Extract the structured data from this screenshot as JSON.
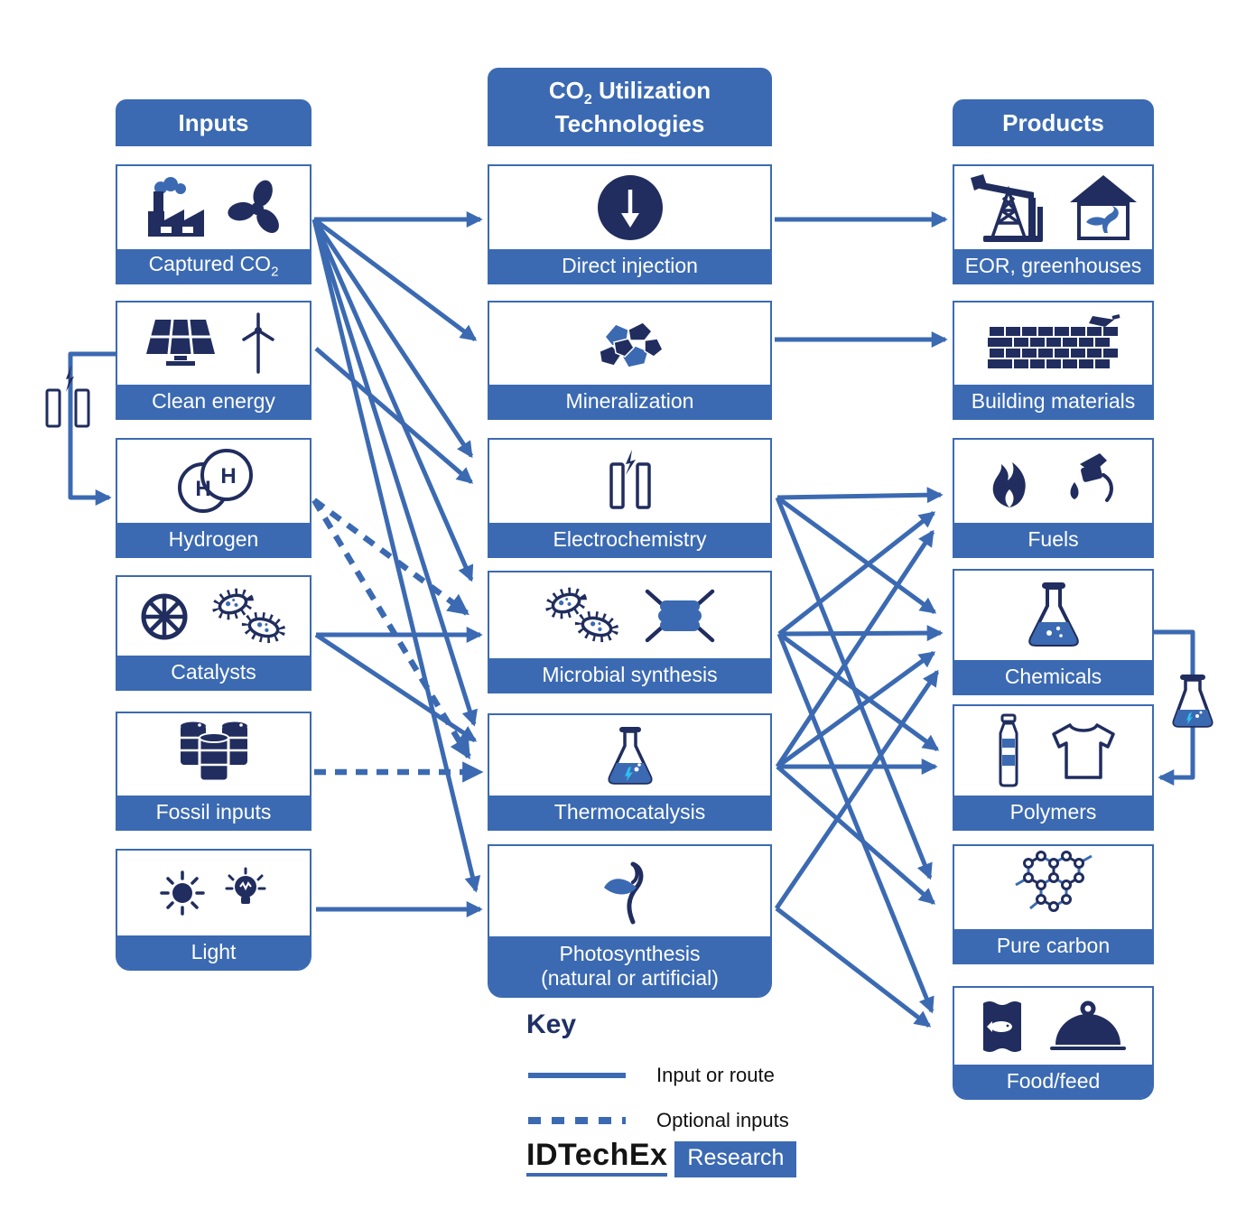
{
  "palette": {
    "blue": "#3b6ab2",
    "navy": "#202d5e",
    "cyan": "#2ec0f0",
    "white": "#ffffff"
  },
  "headers": {
    "inputs": {
      "label": "Inputs"
    },
    "technologies": {
      "pre": "CO",
      "sub": "2",
      "post": " Utilization",
      "line2": "Technologies"
    },
    "products": {
      "label": "Products"
    }
  },
  "columns": {
    "inputs": {
      "items": [
        {
          "id": "captured_co2",
          "label_pre": "Captured CO",
          "label_sub": "2",
          "icons": [
            "factory-icon",
            "co2-fan-icon"
          ]
        },
        {
          "id": "clean_energy",
          "label": "Clean energy",
          "icons": [
            "solar-panel-icon",
            "wind-turbine-icon"
          ]
        },
        {
          "id": "hydrogen",
          "label": "Hydrogen",
          "icons": [
            "hydrogen-molecule-icon"
          ]
        },
        {
          "id": "catalysts",
          "label": "Catalysts",
          "icons": [
            "catalyst-wheel-icon",
            "microbes-icon"
          ]
        },
        {
          "id": "fossil_inputs",
          "label": "Fossil inputs",
          "icons": [
            "oil-barrels-icon"
          ]
        },
        {
          "id": "light",
          "label": "Light",
          "icons": [
            "sun-icon",
            "light-bulb-icon"
          ]
        }
      ]
    },
    "technologies": {
      "items": [
        {
          "id": "direct_injection",
          "label": "Direct injection",
          "icons": [
            "injection-arrow-icon"
          ]
        },
        {
          "id": "mineralization",
          "label": "Mineralization",
          "icons": [
            "minerals-icon"
          ]
        },
        {
          "id": "electrochemistry",
          "label": "Electrochemistry",
          "icons": [
            "electrolysis-cell-icon"
          ]
        },
        {
          "id": "microbial_synthesis",
          "label": "Microbial synthesis",
          "icons": [
            "microbes-icon",
            "bioreactor-membrane-icon"
          ]
        },
        {
          "id": "thermocatalysis",
          "label": "Thermocatalysis",
          "icons": [
            "heated-flask-icon"
          ]
        },
        {
          "id": "photosynthesis",
          "label": "Photosynthesis",
          "label_line2": "(natural or artificial)",
          "icons": [
            "sprout-icon"
          ]
        }
      ]
    },
    "products": {
      "items": [
        {
          "id": "eor_greenhouses",
          "label": "EOR, greenhouses",
          "icons": [
            "oil-pumpjack-icon",
            "greenhouse-icon"
          ]
        },
        {
          "id": "building_materials",
          "label": "Building materials",
          "icons": [
            "brick-wall-icon"
          ]
        },
        {
          "id": "fuels",
          "label": "Fuels",
          "icons": [
            "flame-icon",
            "fuel-nozzle-icon"
          ]
        },
        {
          "id": "chemicals",
          "label": "Chemicals",
          "icons": [
            "chemical-flask-icon"
          ]
        },
        {
          "id": "polymers",
          "label": "Polymers",
          "icons": [
            "plastic-bottle-icon",
            "tshirt-icon"
          ]
        },
        {
          "id": "pure_carbon",
          "label": "Pure carbon",
          "icons": [
            "carbon-lattice-icon"
          ]
        },
        {
          "id": "food_feed",
          "label": "Food/feed",
          "icons": [
            "feed-bag-icon",
            "food-cloche-icon"
          ]
        }
      ]
    }
  },
  "routes": [
    {
      "from": "captured_co2",
      "to": "direct_injection",
      "style": "solid"
    },
    {
      "from": "captured_co2",
      "to": "mineralization",
      "style": "solid"
    },
    {
      "from": "captured_co2",
      "to": "electrochemistry",
      "style": "solid"
    },
    {
      "from": "captured_co2",
      "to": "microbial_synthesis",
      "style": "solid"
    },
    {
      "from": "captured_co2",
      "to": "thermocatalysis",
      "style": "solid"
    },
    {
      "from": "captured_co2",
      "to": "photosynthesis",
      "style": "solid"
    },
    {
      "from": "clean_energy",
      "to": "electrochemistry",
      "style": "solid"
    },
    {
      "from": "clean_energy",
      "to": "hydrogen",
      "style": "solid-elbow"
    },
    {
      "from": "hydrogen",
      "to": "microbial_synthesis",
      "style": "dashed"
    },
    {
      "from": "hydrogen",
      "to": "thermocatalysis",
      "style": "dashed"
    },
    {
      "from": "catalysts",
      "to": "microbial_synthesis",
      "style": "solid"
    },
    {
      "from": "catalysts",
      "to": "thermocatalysis",
      "style": "solid"
    },
    {
      "from": "fossil_inputs",
      "to": "thermocatalysis",
      "style": "dashed"
    },
    {
      "from": "light",
      "to": "photosynthesis",
      "style": "solid"
    },
    {
      "from": "direct_injection",
      "to": "eor_greenhouses",
      "style": "solid"
    },
    {
      "from": "mineralization",
      "to": "building_materials",
      "style": "solid"
    },
    {
      "from": "electrochemistry",
      "to": "fuels",
      "style": "solid"
    },
    {
      "from": "electrochemistry",
      "to": "chemicals",
      "style": "solid"
    },
    {
      "from": "electrochemistry",
      "to": "pure_carbon",
      "style": "solid"
    },
    {
      "from": "microbial_synthesis",
      "to": "fuels",
      "style": "solid"
    },
    {
      "from": "microbial_synthesis",
      "to": "chemicals",
      "style": "solid"
    },
    {
      "from": "microbial_synthesis",
      "to": "polymers",
      "style": "solid"
    },
    {
      "from": "microbial_synthesis",
      "to": "food_feed",
      "style": "solid"
    },
    {
      "from": "thermocatalysis",
      "to": "fuels",
      "style": "solid"
    },
    {
      "from": "thermocatalysis",
      "to": "chemicals",
      "style": "solid"
    },
    {
      "from": "thermocatalysis",
      "to": "polymers",
      "style": "solid"
    },
    {
      "from": "thermocatalysis",
      "to": "pure_carbon",
      "style": "solid"
    },
    {
      "from": "photosynthesis",
      "to": "chemicals",
      "style": "solid"
    },
    {
      "from": "photosynthesis",
      "to": "food_feed",
      "style": "solid"
    },
    {
      "from": "chemicals",
      "to": "polymers",
      "style": "solid-elbow"
    }
  ],
  "key": {
    "title": "Key",
    "entries": [
      {
        "style": "solid",
        "label": "Input or route"
      },
      {
        "style": "dashed",
        "label": "Optional inputs"
      }
    ]
  },
  "logo": {
    "name": "IDTechEx",
    "tag": "Research"
  }
}
